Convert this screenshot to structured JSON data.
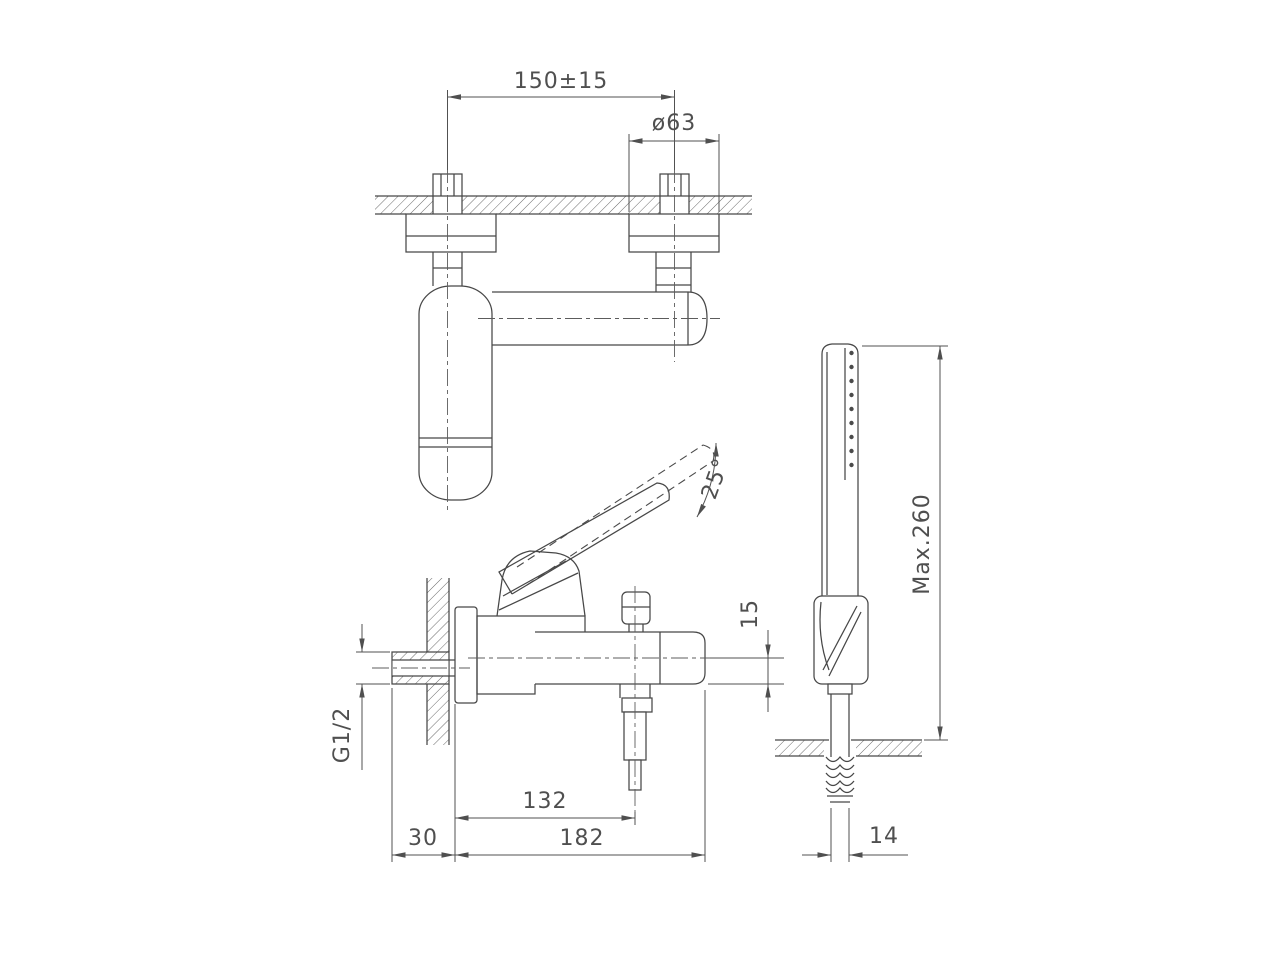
{
  "colors": {
    "line": "#4a4a4a",
    "background": "#ffffff"
  },
  "dimensions": {
    "mounting_distance": "150±15",
    "escutcheon_diameter": "ø63",
    "handle_swing_angle": "25°",
    "spout_end_offset": "15",
    "inlet_thread": "G1/2",
    "outlet_projection": "132",
    "total_projection": "182",
    "wall_depth": "30",
    "shower_max_height": "Max.260",
    "hose_width": "14"
  }
}
